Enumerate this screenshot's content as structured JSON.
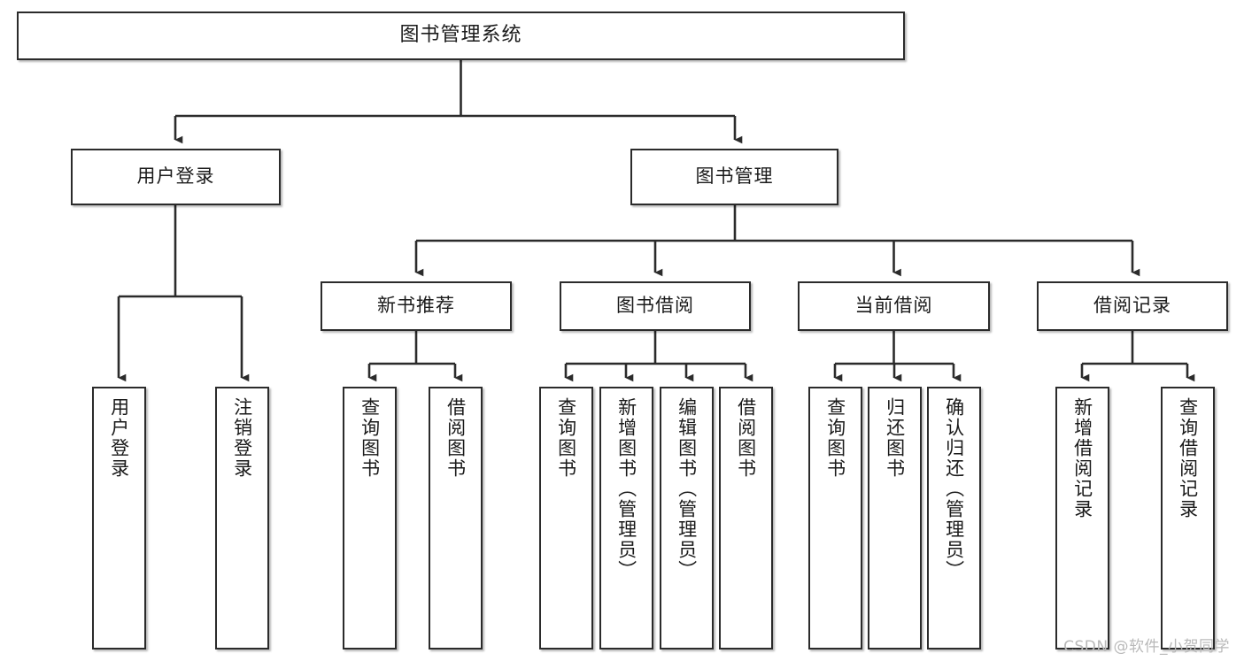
{
  "title": "图书管理系统",
  "watermark": "CSDN @软件_小贺同学",
  "colors": {
    "box_border": "#2b2b2b",
    "box_fill": "#ffffff",
    "line": "#2b2b2b",
    "text": "#1a1a1a",
    "watermark": "#b9b9b9",
    "page_background": "#ffffff"
  },
  "chart_data": {
    "type": "diagram",
    "diagram_kind": "tree / functional-decomposition",
    "orientation": "top-down",
    "title": "图书管理系统",
    "levels": 4,
    "nodes": [
      {
        "id": "root",
        "label": "图书管理系统",
        "level": 0,
        "parent": null
      },
      {
        "id": "login",
        "label": "用户登录",
        "level": 1,
        "parent": "root"
      },
      {
        "id": "bookmgmt",
        "label": "图书管理",
        "level": 1,
        "parent": "root"
      },
      {
        "id": "user-login",
        "label": "用户登录",
        "level": 2,
        "parent": "login"
      },
      {
        "id": "user-logout",
        "label": "注销登录",
        "level": 2,
        "parent": "login"
      },
      {
        "id": "newbook",
        "label": "新书推荐",
        "level": 2,
        "parent": "bookmgmt"
      },
      {
        "id": "borrow",
        "label": "图书借阅",
        "level": 2,
        "parent": "bookmgmt"
      },
      {
        "id": "current",
        "label": "当前借阅",
        "level": 2,
        "parent": "bookmgmt"
      },
      {
        "id": "records",
        "label": "借阅记录",
        "level": 2,
        "parent": "bookmgmt"
      },
      {
        "id": "nb-query",
        "label": "查询图书",
        "level": 3,
        "parent": "newbook"
      },
      {
        "id": "nb-borrow",
        "label": "借阅图书",
        "level": 3,
        "parent": "newbook"
      },
      {
        "id": "bw-query",
        "label": "查询图书",
        "level": 3,
        "parent": "borrow"
      },
      {
        "id": "bw-add",
        "label": "新增图书（管理员）",
        "level": 3,
        "parent": "borrow"
      },
      {
        "id": "bw-edit",
        "label": "编辑图书（管理员）",
        "level": 3,
        "parent": "borrow"
      },
      {
        "id": "bw-borrow",
        "label": "借阅图书",
        "level": 3,
        "parent": "borrow"
      },
      {
        "id": "cb-query",
        "label": "查询图书",
        "level": 3,
        "parent": "current"
      },
      {
        "id": "cb-return",
        "label": "归还图书",
        "level": 3,
        "parent": "current"
      },
      {
        "id": "cb-confirm",
        "label": "确认归还（管理员）",
        "level": 3,
        "parent": "current"
      },
      {
        "id": "rc-add",
        "label": "新增借阅记录",
        "level": 3,
        "parent": "records"
      },
      {
        "id": "rc-query",
        "label": "查询借阅记录",
        "level": 3,
        "parent": "records"
      }
    ]
  },
  "level1": {
    "login": "用户登录",
    "bookmgmt": "图书管理"
  },
  "level2": {
    "newbook": "新书推荐",
    "borrow": "图书借阅",
    "current": "当前借阅",
    "records": "借阅记录"
  },
  "leaves": {
    "user_login": "用户登录",
    "user_logout": "注销登录",
    "nb_query": "查询图书",
    "nb_borrow": "借阅图书",
    "bw_query": "查询图书",
    "bw_add": "新增图书（管理员）",
    "bw_edit": "编辑图书（管理员）",
    "bw_borrow": "借阅图书",
    "cb_query": "查询图书",
    "cb_return": "归还图书",
    "cb_confirm": "确认归还（管理员）",
    "rc_add": "新增借阅记录",
    "rc_query": "查询借阅记录"
  }
}
